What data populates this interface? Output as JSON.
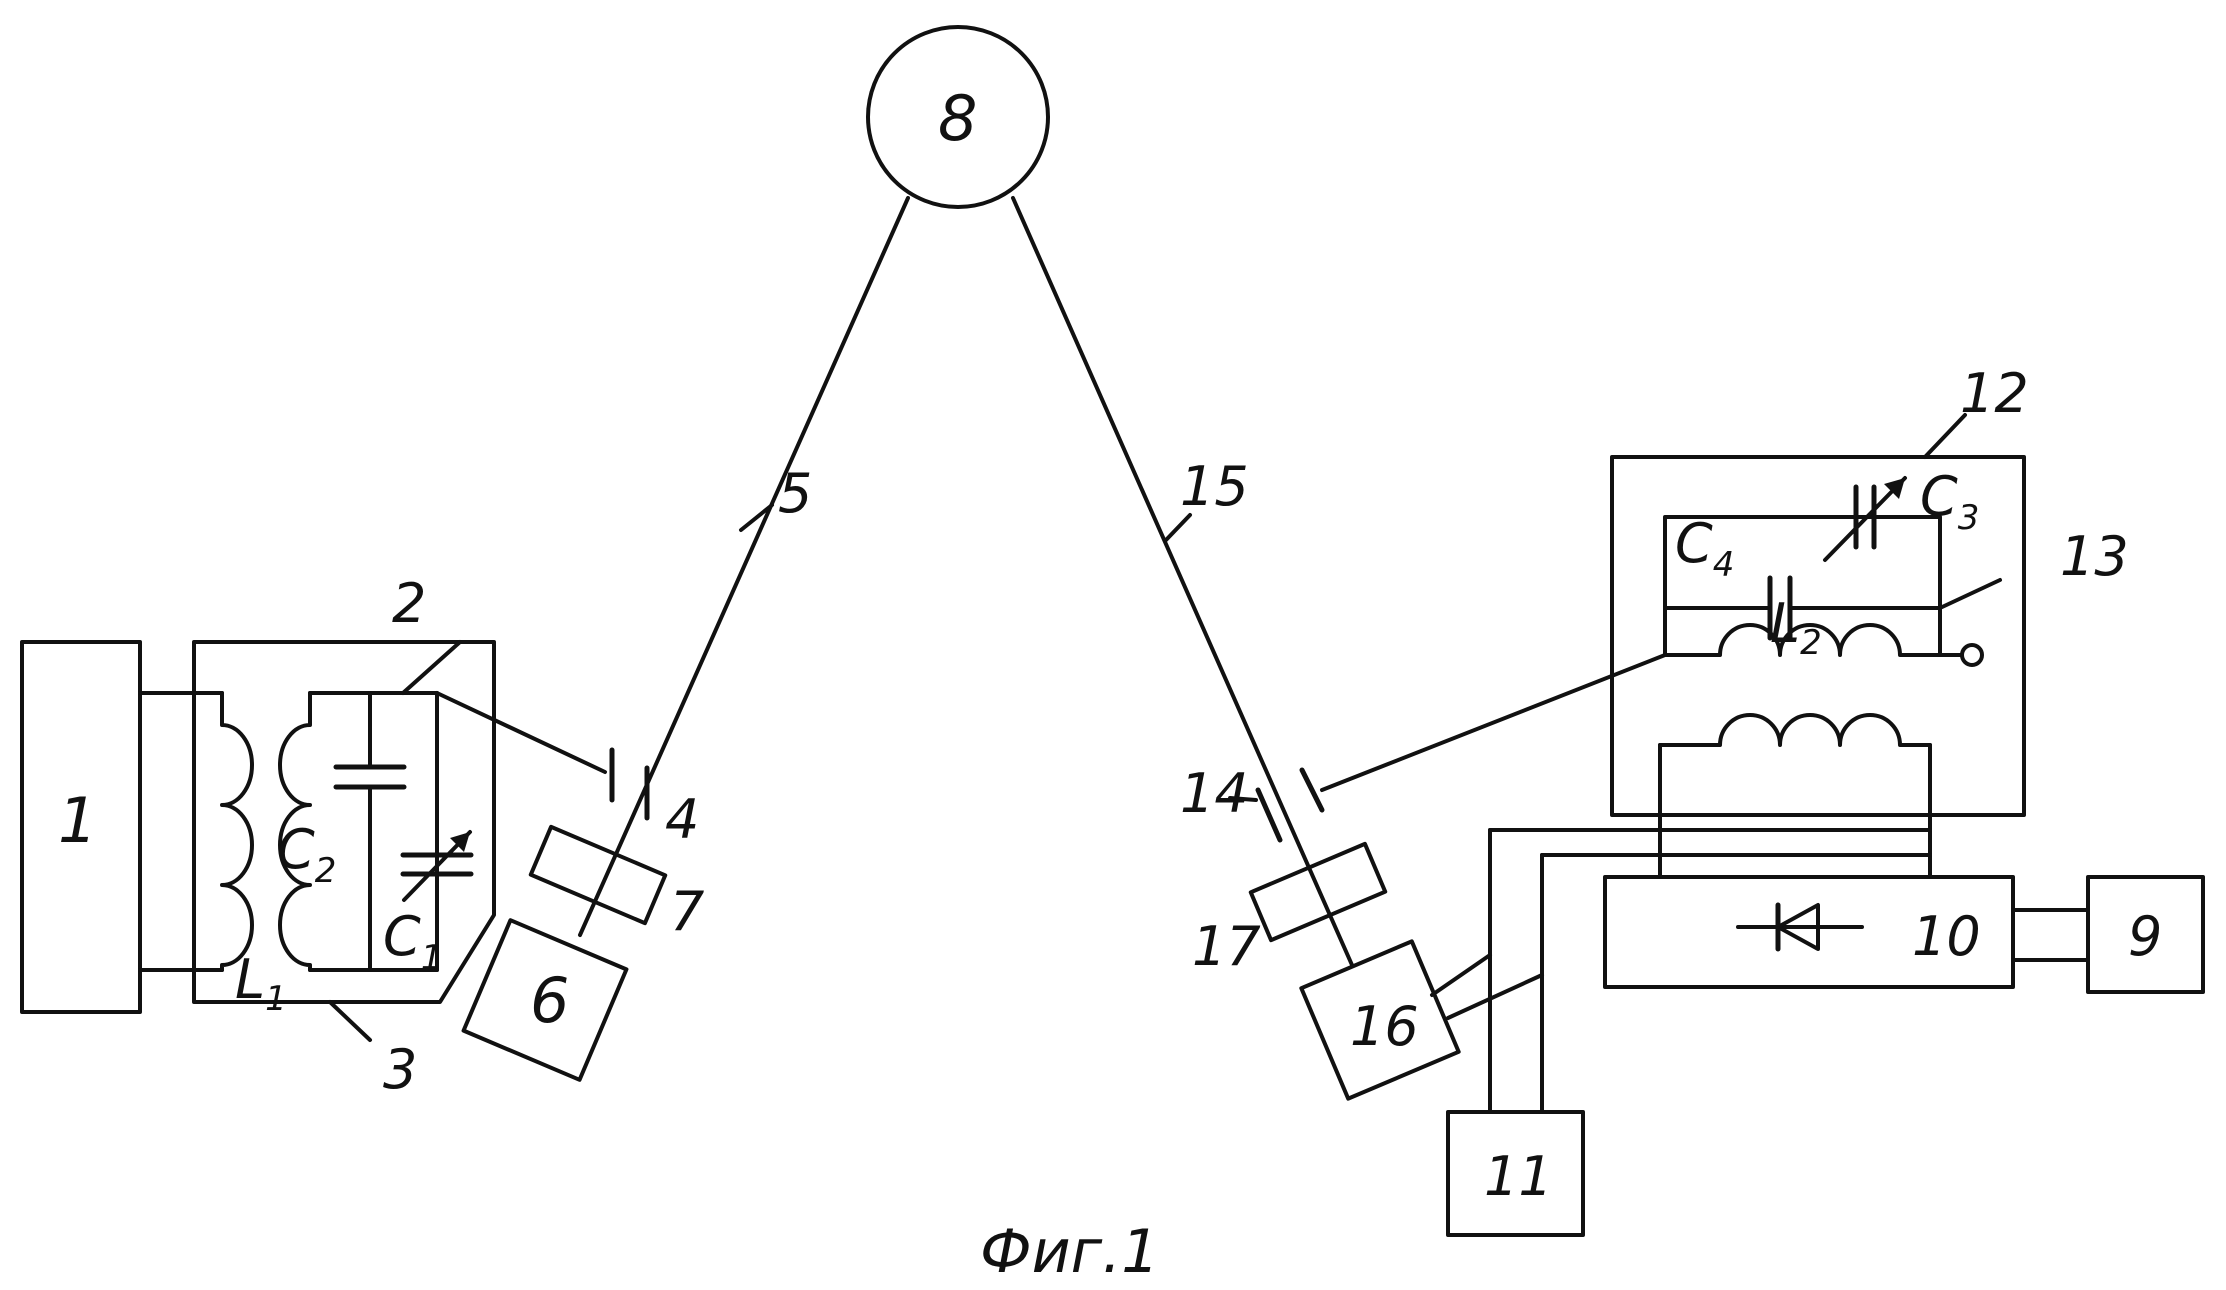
{
  "figure": {
    "caption": "Фиг.1",
    "blocks": {
      "b1": "1",
      "b6": "6",
      "b8": "8",
      "b9": "9",
      "b10": "10",
      "b11": "11",
      "b16": "16"
    },
    "callouts": {
      "n2": "2",
      "n3": "3",
      "n4": "4",
      "n5": "5",
      "n7": "7",
      "n12": "12",
      "n13": "13",
      "n14": "14",
      "n15": "15",
      "n17": "17"
    },
    "components": {
      "c1": "C",
      "c1_sub": "1",
      "c2": "C",
      "c2_sub": "2",
      "c3": "C",
      "c3_sub": "3",
      "c4": "C",
      "c4_sub": "4",
      "l1": "L",
      "l1_sub": "1",
      "l2": "L",
      "l2_sub": "2"
    }
  }
}
